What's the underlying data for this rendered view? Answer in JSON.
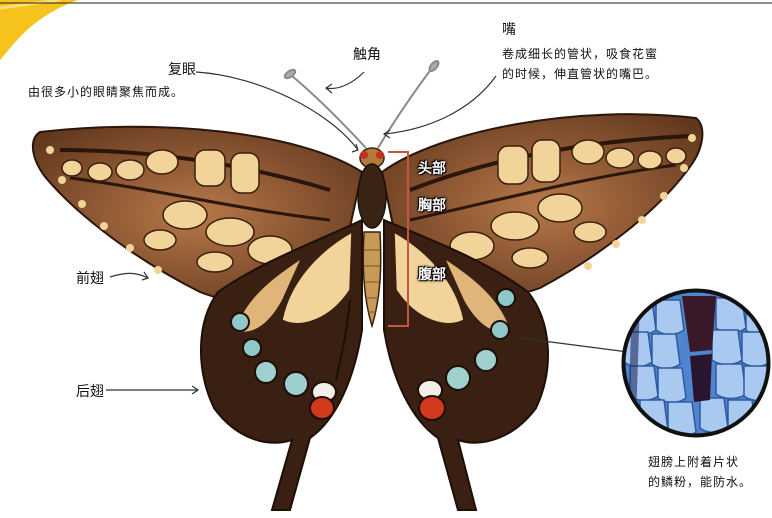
{
  "labels": {
    "compound_eye": "复眼",
    "compound_eye_desc": "由很多小的眼睛聚焦而成。",
    "antenna": "触角",
    "mouth": "嘴",
    "mouth_desc_line1": "卷成细长的管状，吸食花蜜",
    "mouth_desc_line2": "的时候，伸直管状的嘴巴。",
    "head": "头部",
    "thorax": "胸部",
    "abdomen": "腹部",
    "forewing": "前翅",
    "hindwing": "后翅",
    "scales_desc_line1": "翅膀上附着片状",
    "scales_desc_line2": "的鳞粉，能防水。"
  },
  "colors": {
    "wing_brown": "#4a2a16",
    "wing_tan": "#d9a36a",
    "wing_cream": "#f2d49a",
    "body_tan": "#c79a58",
    "bracket": "#c8553d",
    "eye_red": "#c43222",
    "scale_blue": "#6e9fde",
    "corner_yellow": "#f6c21c"
  }
}
